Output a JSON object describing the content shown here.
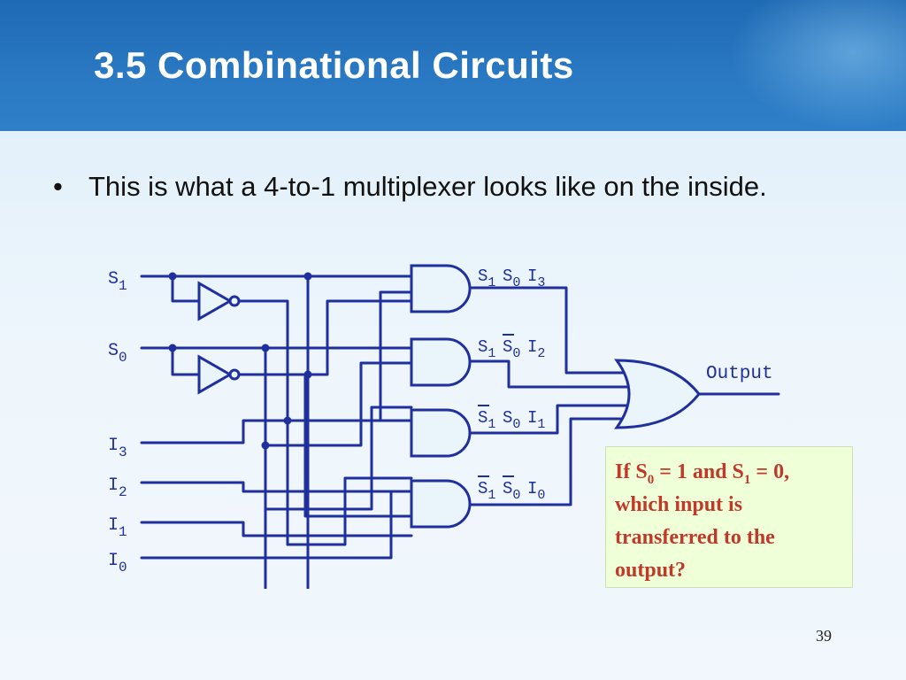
{
  "slide": {
    "title": "3.5 Combinational Circuits",
    "bullet_marker": "•",
    "bullet_text": "This is what a 4-to-1 multiplexer looks like on the inside.",
    "slide_number": "39"
  },
  "diagram": {
    "input_labels": [
      {
        "base": "S",
        "sub": "1"
      },
      {
        "base": "S",
        "sub": "0"
      },
      {
        "base": "I",
        "sub": "3"
      },
      {
        "base": "I",
        "sub": "2"
      },
      {
        "base": "I",
        "sub": "1"
      },
      {
        "base": "I",
        "sub": "0"
      }
    ],
    "gate_terms": [
      [
        {
          "b": "S",
          "s": "1",
          "bar": false
        },
        {
          "b": "S",
          "s": "0",
          "bar": false
        },
        {
          "b": "I",
          "s": "3",
          "bar": false
        }
      ],
      [
        {
          "b": "S",
          "s": "1",
          "bar": false
        },
        {
          "b": "S",
          "s": "0",
          "bar": true
        },
        {
          "b": "I",
          "s": "2",
          "bar": false
        }
      ],
      [
        {
          "b": "S",
          "s": "1",
          "bar": true
        },
        {
          "b": "S",
          "s": "0",
          "bar": false
        },
        {
          "b": "I",
          "s": "1",
          "bar": false
        }
      ],
      [
        {
          "b": "S",
          "s": "1",
          "bar": true
        },
        {
          "b": "S",
          "s": "0",
          "bar": true
        },
        {
          "b": "I",
          "s": "0",
          "bar": false
        }
      ]
    ],
    "output_label": "Output",
    "wire_color": "#1f2f9e"
  },
  "callout": {
    "part1": "If S",
    "sub1": "0",
    "part2": " = 1 and S",
    "sub2": "1",
    "part3": " = 0, which input is transferred to the output?"
  }
}
